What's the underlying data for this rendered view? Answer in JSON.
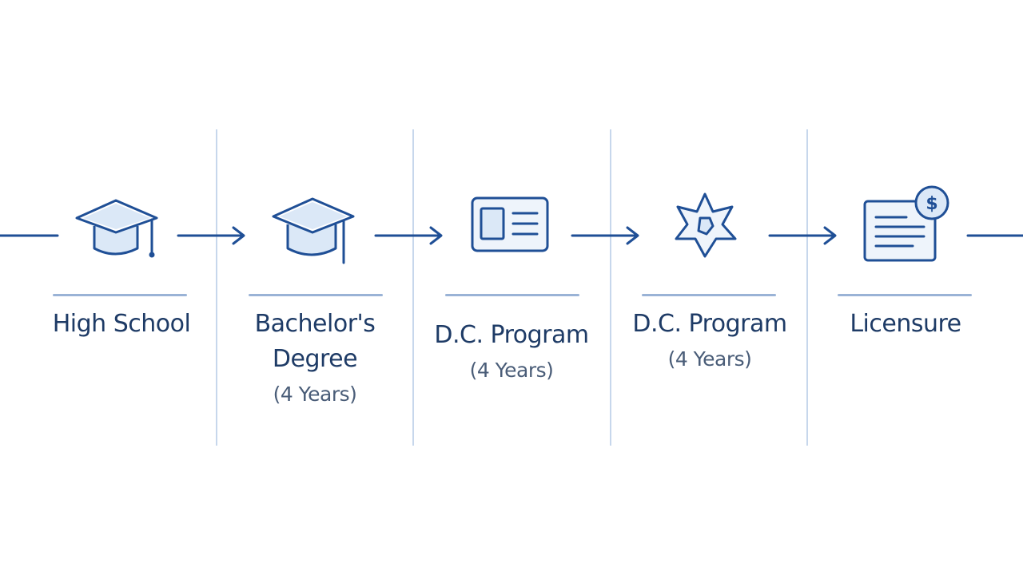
{
  "colors": {
    "stroke": "#1f4f96",
    "fill_light": "#dbe8f7",
    "divider": "#c7d7ec",
    "underline": "#9ab3d6",
    "text": "#1e3b66",
    "subtext": "#4a5d78"
  },
  "steps": [
    {
      "title": "High School",
      "title_line2": "",
      "duration": "",
      "icon": "graduation-cap-icon"
    },
    {
      "title": "Bachelor's",
      "title_line2": "Degree",
      "duration": "(4 Years)",
      "icon": "graduation-cap-icon"
    },
    {
      "title": "D.C. Program",
      "title_line2": "",
      "duration": "(4 Years)",
      "icon": "id-card-icon"
    },
    {
      "title": "D.C. Program",
      "title_line2": "",
      "duration": "(4 Years)",
      "icon": "star-badge-icon"
    },
    {
      "title": "Licensure",
      "title_line2": "",
      "duration": "",
      "icon": "certificate-icon"
    }
  ]
}
